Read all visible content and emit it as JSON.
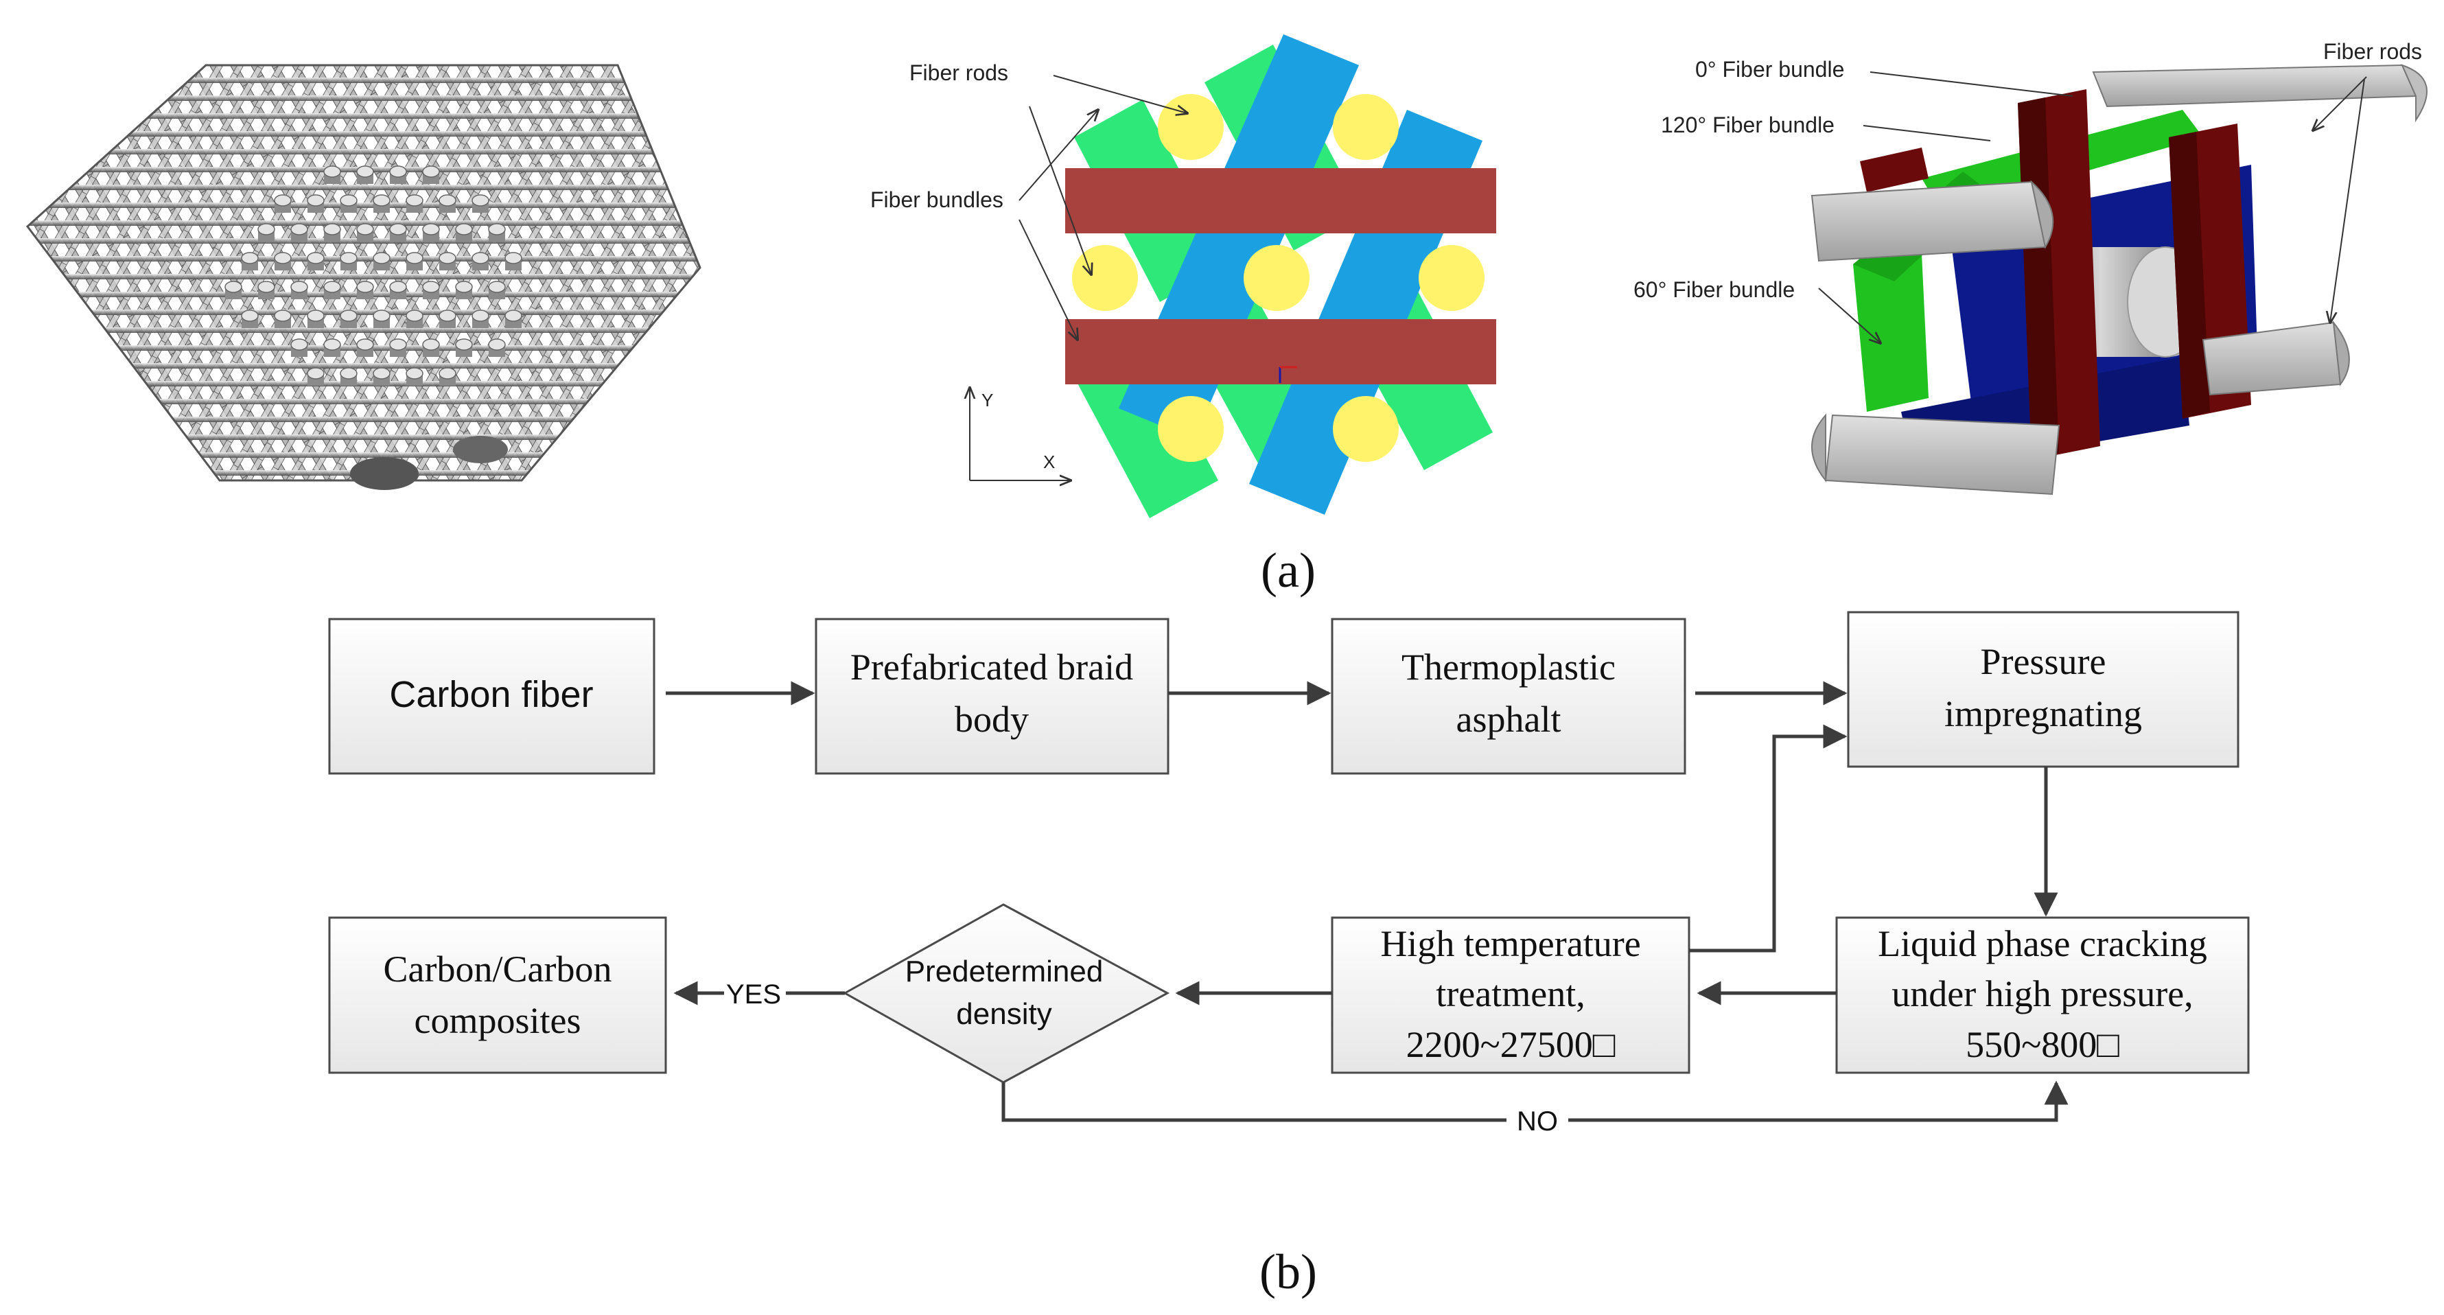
{
  "panel_a": {
    "caption": "(a)",
    "center_labels": {
      "fiber_rods": "Fiber rods",
      "fiber_bundles": "Fiber bundles",
      "axis_y": "Y",
      "axis_x": "X"
    },
    "right_labels": {
      "bundle_0": "0° Fiber bundle",
      "bundle_120": "120° Fiber bundle",
      "bundle_60": "60° Fiber bundle",
      "fiber_rods": "Fiber rods"
    },
    "colors": {
      "bundle_red": "#a8423f",
      "bundle_blue": "#1ba1e2",
      "bundle_green": "#2ee87a",
      "rod_yellow": "#fff36b",
      "dark_red": "#6b0a0a",
      "dark_blue": "#0d1a8c",
      "dark_green": "#1fc21f",
      "gray": "#c8c8c8"
    }
  },
  "panel_b": {
    "caption": "(b)",
    "steps": {
      "carbon_fiber": "Carbon fiber",
      "braid_l1": "Prefabricated braid",
      "braid_l2": "body",
      "asphalt_l1": "Thermoplastic",
      "asphalt_l2": "asphalt",
      "pressure_l1": "Pressure",
      "pressure_l2": "impregnating",
      "cracking_l1": "Liquid phase cracking",
      "cracking_l2": "under high pressure,",
      "cracking_l3": "550~800□",
      "treatment_l1": "High temperature",
      "treatment_l2": "treatment,",
      "treatment_l3": "2200~27500□",
      "decision_l1": "Predetermined",
      "decision_l2": "density",
      "result_l1": "Carbon/Carbon",
      "result_l2": "composites"
    },
    "branches": {
      "yes": "YES",
      "no": "NO"
    }
  }
}
